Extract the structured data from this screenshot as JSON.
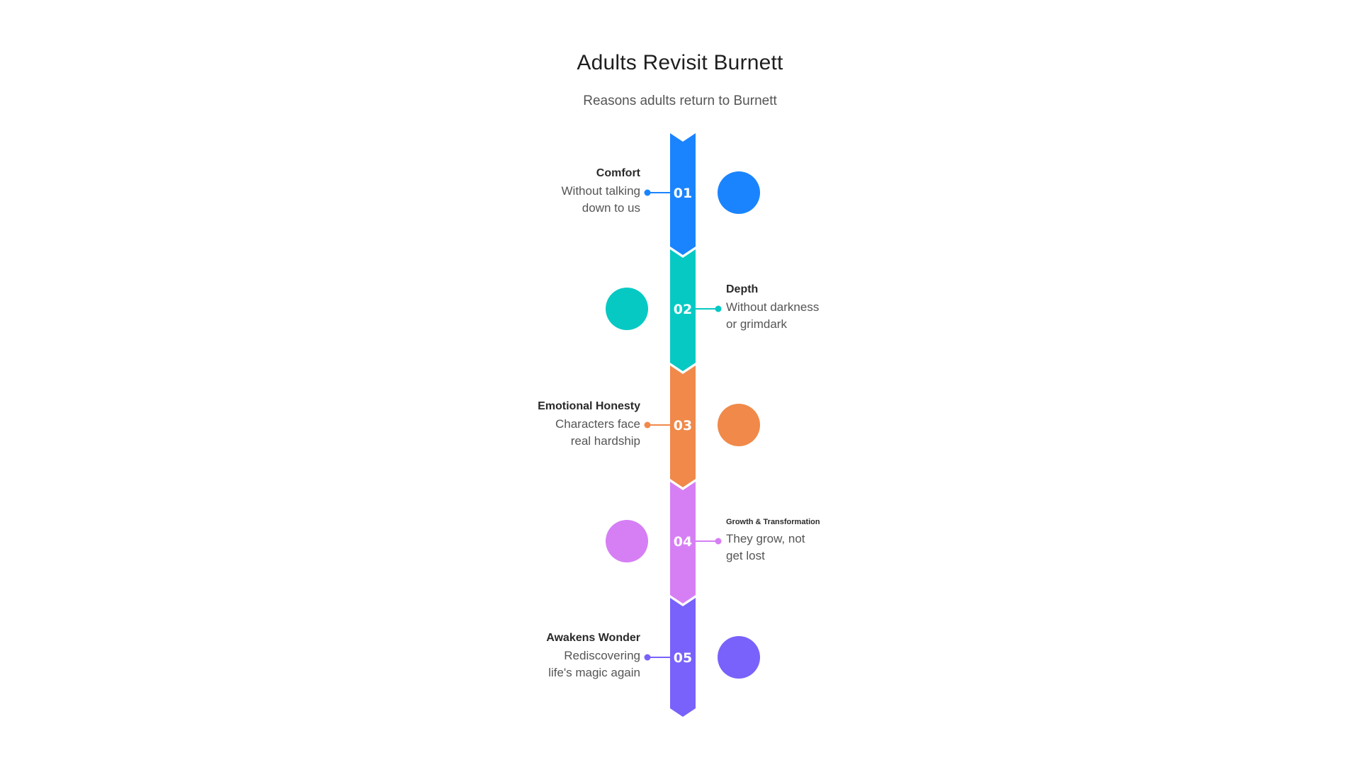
{
  "header": {
    "title": "Adults Revisit Burnett",
    "subtitle": "Reasons adults return to Burnett"
  },
  "steps": [
    {
      "number": "01",
      "title": "Comfort",
      "desc_line1": "Without talking",
      "desc_line2": "down to us",
      "color": "#1a84ff",
      "side": "left"
    },
    {
      "number": "02",
      "title": "Depth",
      "desc_line1": "Without darkness",
      "desc_line2": "or grimdark",
      "color": "#07c9c4",
      "side": "right"
    },
    {
      "number": "03",
      "title": "Emotional Honesty",
      "desc_line1": "Characters face",
      "desc_line2": "real hardship",
      "color": "#f0894a",
      "side": "left"
    },
    {
      "number": "04",
      "title": "Growth & Transformation",
      "desc_line1": "They grow, not",
      "desc_line2": "get lost",
      "color": "#d67ff5",
      "side": "right"
    },
    {
      "number": "05",
      "title": "Awakens Wonder",
      "desc_line1": "Rediscovering",
      "desc_line2": "life's magic again",
      "color": "#7862fb",
      "side": "left"
    }
  ]
}
